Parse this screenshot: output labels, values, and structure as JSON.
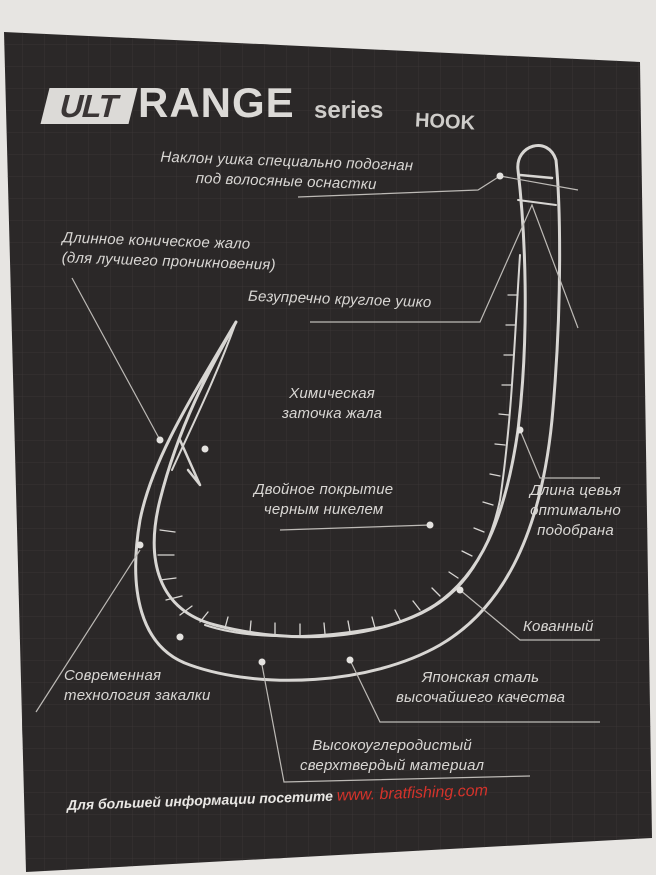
{
  "logo": {
    "ult": "ULT",
    "range": "RANGE",
    "series": "series",
    "hook": "HOOK"
  },
  "labels": {
    "eye_angle": [
      "Наклон ушка специально подогнан",
      "под волосяные оснастки"
    ],
    "long_point": [
      "Длинное коническое жало",
      "(для лучшего проникновения)"
    ],
    "round_eye": "Безупречно круглое ушко",
    "chem_sharpen": [
      "Химическая",
      "заточка жала"
    ],
    "coating": [
      "Двойное покрытие",
      "черным никелем"
    ],
    "shank_length": [
      "Длина цевья",
      "оптимально",
      "подобрана"
    ],
    "forged": "Кованный",
    "hardening": [
      "Современная",
      "технология закалки"
    ],
    "steel": [
      "Японская сталь",
      "высочайшего качества"
    ],
    "carbon": [
      "Высокоуглеродистый",
      "сверхтвердый материал"
    ]
  },
  "footer": {
    "text": "Для большей информации посетите",
    "url": "www. bratfishing.com"
  },
  "colors": {
    "card": "#2b2828",
    "hook_line": "#d8d6d3",
    "text": "#d9d7d4",
    "url": "#d4332b"
  }
}
